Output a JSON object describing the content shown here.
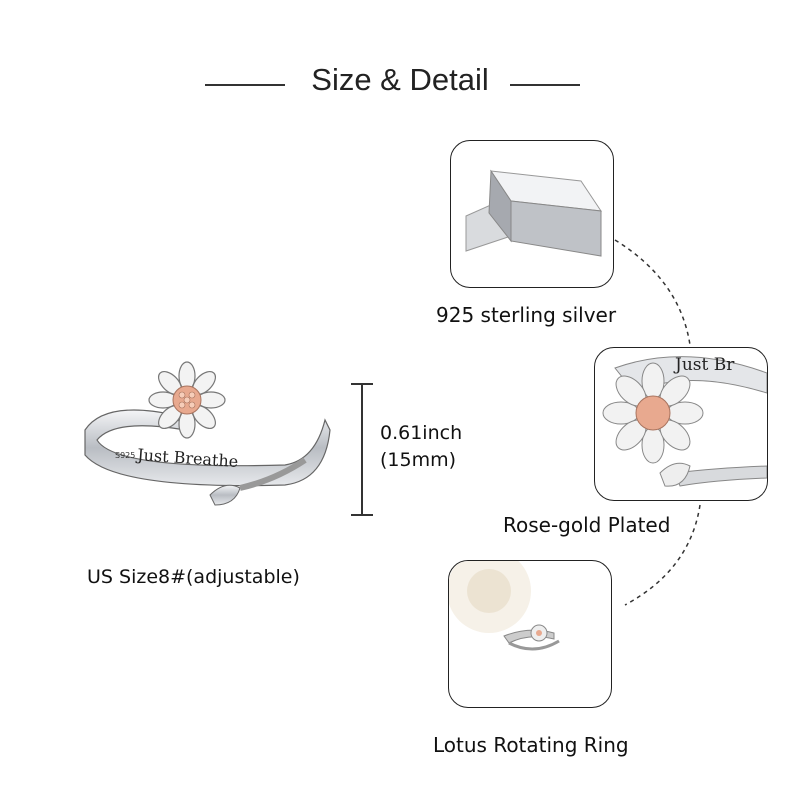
{
  "header": {
    "title": "Size & Detail"
  },
  "product": {
    "engraving": "Just Breathe",
    "stamp": "S925",
    "height_label_inch": "0.61inch",
    "height_label_mm": "(15mm)",
    "size_label": "US Size8#(adjustable)"
  },
  "details": [
    {
      "caption": "925 sterling silver",
      "icon": "silver-bars"
    },
    {
      "caption": "Rose-gold Plated",
      "icon": "ring-closeup",
      "engraving": "Just Br"
    },
    {
      "caption": "Lotus Rotating Ring",
      "icon": "ring-with-rose"
    }
  ],
  "colors": {
    "silver": "#c9ccd1",
    "rose_gold": "#e8a98f",
    "line": "#222222"
  }
}
